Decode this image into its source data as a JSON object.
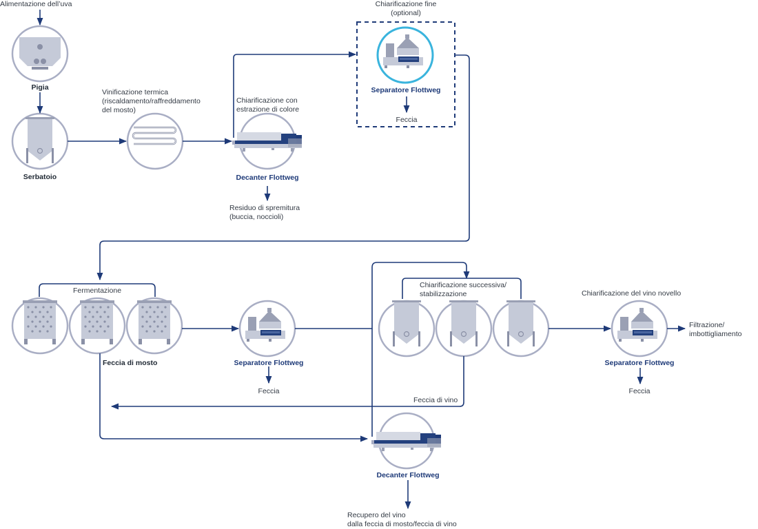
{
  "colors": {
    "line": "#1e3a78",
    "circle": "#a9aec4",
    "equipment_light": "#c5cad8",
    "equipment_mid": "#9aa0b4",
    "equipment_dark": "#24417e",
    "optional_circle": "#3ab4dd"
  },
  "labels": {
    "grape_feed": "Alimentazione dell’uva",
    "crusher": "Pigia",
    "tank": "Serbatoio",
    "thermo_line1": "Vinificazione termica",
    "thermo_line2": "(riscaldamento/raffreddamento",
    "thermo_line3": "del mosto)",
    "clarif_color_line1": "Chiarificazione con",
    "clarif_color_line2": "estrazione di colore",
    "decanter1": "Decanter Flottweg",
    "residue_line1": "Residuo di spremitura",
    "residue_line2": "(buccia, noccioli)",
    "fine_clarif_line1": "Chiarificazione fine",
    "fine_clarif_line2": "(optional)",
    "separator_fine": "Separatore Flottweg",
    "lees_fine": "Feccia",
    "fermentation": "Fermentazione",
    "must_lees": "Feccia di mosto",
    "separator2": "Separatore Flottweg",
    "lees2": "Feccia",
    "post_clarif_line1": "Chiarificazione successiva/",
    "post_clarif_line2": "stabilizzazione",
    "wine_lees": "Feccia di vino",
    "young_wine_clarif": "Chiarificazione del vino novello",
    "separator3": "Separatore Flottweg",
    "lees3": "Feccia",
    "filtration_line1": "Filtrazione/",
    "filtration_line2": "imbottigliamento",
    "decanter2": "Decanter Flottweg",
    "recovery_line1": "Recupero del vino",
    "recovery_line2": "dalla feccia di mosto/feccia di vino"
  }
}
